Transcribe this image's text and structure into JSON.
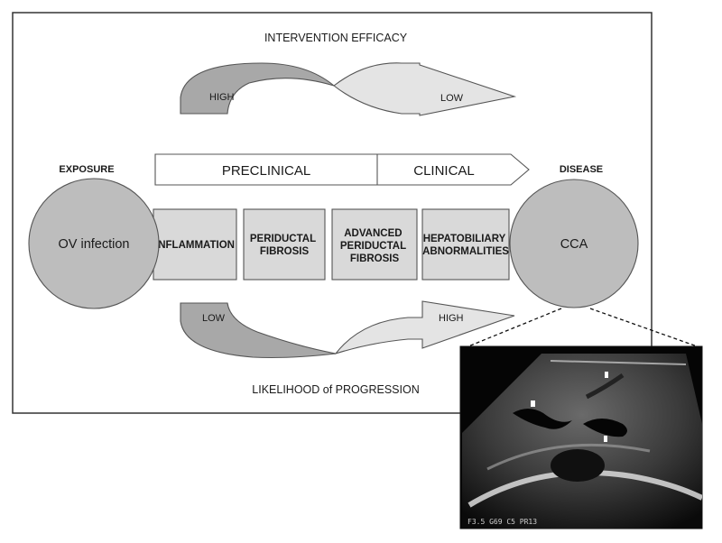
{
  "diagram": {
    "top_heading": "INTERVENTION EFFICACY",
    "bottom_heading": "LIKELIHOOD of PROGRESSION",
    "exposure_label": "EXPOSURE",
    "disease_label": "DISEASE",
    "exposure_node": "OV infection",
    "disease_node": "CCA",
    "phase_preclinical": "PRECLINICAL",
    "phase_clinical": "CLINICAL",
    "stages": [
      {
        "lines": [
          "INFLAMMATION"
        ]
      },
      {
        "lines": [
          "PERIDUCTAL",
          "FIBROSIS"
        ]
      },
      {
        "lines": [
          "ADVANCED",
          "PERIDUCTAL",
          "FIBROSIS"
        ]
      },
      {
        "lines": [
          "HEPATOBILIARY",
          "ABNORMALITIES"
        ]
      }
    ],
    "efficacy_arrow": {
      "start": "HIGH",
      "end": "LOW"
    },
    "progression_arrow": {
      "start": "LOW",
      "end": "HIGH"
    },
    "ultrasound_caption": "F3.5 G69 C5 PR13"
  },
  "colors": {
    "node_fill": "#bdbdbd",
    "stage_fill": "#d9d9d9",
    "arrow_dark": "#a8a8a8",
    "arrow_light": "#e4e4e4",
    "stroke": "#555555"
  }
}
